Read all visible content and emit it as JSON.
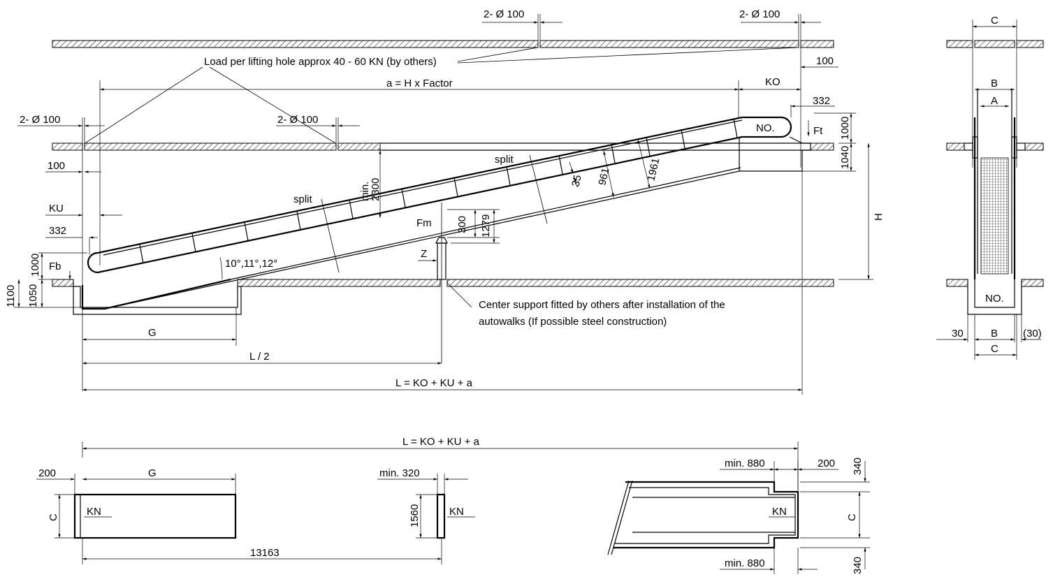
{
  "labels": {
    "hole_top_mid": "2- Ø 100",
    "hole_top_right": "2- Ø 100",
    "hole_left": "2- Ø 100",
    "hole_mid": "2- Ø 100",
    "load_note": "Load per lifting hole approx 40 - 60 KN (by others)",
    "dim_100_right": "100",
    "dim_a": "a = H x Factor",
    "dim_KO": "KO",
    "dim_332_right": "332",
    "no_top": "NO.",
    "ft": "Ft",
    "dim_1000_right": "1000",
    "dim_1040": "1040",
    "dim_H": "H",
    "dim_100_left": "100",
    "dim_KU": "KU",
    "dim_332_left": "332",
    "min2300": "min.\n2300",
    "split1": "split",
    "split2": "split",
    "dim_35": "35",
    "dim_961": "961",
    "dim_1961": "1961",
    "fm": "Fm",
    "dim_300": "300",
    "dim_1279": "1279",
    "fb": "Fb",
    "dim_1000_left": "1000",
    "angle": "10°,11°,12°",
    "z": "Z",
    "dim_1100": "1100",
    "dim_1050": "1050",
    "support_note_1": "Center support fitted by others after installation of the",
    "support_note_2": "autowalks (If possible steel construction)",
    "dim_G": "G",
    "dim_L2": "L / 2",
    "dim_L": "L = KO + KU + a",
    "side_C_top": "C",
    "side_B_top": "B",
    "side_A": "A",
    "side_NO": "NO.",
    "side_30": "30",
    "side_B_bot": "B",
    "side_30p": "(30)",
    "side_C_bot": "C",
    "plan_L": "L = KO + KU + a",
    "plan_200_left": "200",
    "plan_G": "G",
    "plan_C_left": "C",
    "plan_KN_left": "KN",
    "plan_13163": "13163",
    "plan_min320": "min. 320",
    "plan_1560": "1560",
    "plan_KN_mid": "KN",
    "plan_min880_top": "min. 880",
    "plan_200_right": "200",
    "plan_340_top": "340",
    "plan_KN_right": "KN",
    "plan_C_right": "C",
    "plan_min880_bot": "min. 880",
    "plan_340_bot": "340"
  }
}
